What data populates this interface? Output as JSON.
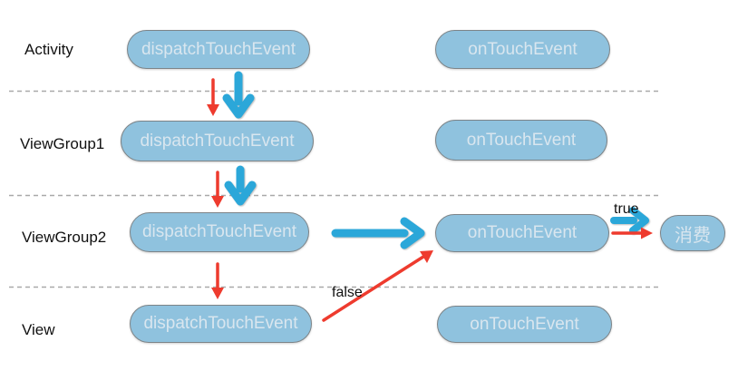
{
  "colors": {
    "background": "#FFFFFF",
    "pill_fill": "#8FC2DE",
    "pill_border": "#7D8488",
    "pill_text": "#D9E6EF",
    "label_text": "#111111",
    "red_arrow": "#EE3B2E",
    "blue_arrow": "#2BA7D9",
    "dashed_line": "#A9A9A9"
  },
  "rows": [
    {
      "label": "Activity",
      "dispatch_label": "dispatchTouchEvent",
      "ontouch_label": "onTouchEvent"
    },
    {
      "label": "ViewGroup1",
      "dispatch_label": "dispatchTouchEvent",
      "ontouch_label": "onTouchEvent"
    },
    {
      "label": "ViewGroup2",
      "dispatch_label": "dispatchTouchEvent",
      "ontouch_label": "onTouchEvent"
    },
    {
      "label": "View",
      "dispatch_label": "dispatchTouchEvent",
      "ontouch_label": "onTouchEvent"
    }
  ],
  "consume_label": "消费",
  "edge_labels": {
    "true_label": "true",
    "false_label": "false"
  },
  "edges": [
    {
      "from": "Activity.dispatchTouchEvent",
      "to": "ViewGroup1.dispatchTouchEvent",
      "color": "red",
      "style": "thin-down"
    },
    {
      "from": "Activity.dispatchTouchEvent",
      "to": "ViewGroup1.dispatchTouchEvent",
      "color": "blue",
      "style": "thick-down"
    },
    {
      "from": "ViewGroup1.dispatchTouchEvent",
      "to": "ViewGroup2.dispatchTouchEvent",
      "color": "red",
      "style": "thin-down"
    },
    {
      "from": "ViewGroup1.dispatchTouchEvent",
      "to": "ViewGroup2.dispatchTouchEvent",
      "color": "blue",
      "style": "thick-down"
    },
    {
      "from": "ViewGroup2.dispatchTouchEvent",
      "to": "View.dispatchTouchEvent",
      "color": "red",
      "style": "thin-down"
    },
    {
      "from": "ViewGroup2.dispatchTouchEvent",
      "to": "ViewGroup2.onTouchEvent",
      "color": "blue",
      "style": "thick-right"
    },
    {
      "from": "View.dispatchTouchEvent",
      "to": "ViewGroup2.onTouchEvent",
      "color": "red",
      "style": "thin-diagonal",
      "label": "false"
    },
    {
      "from": "ViewGroup2.onTouchEvent",
      "to": "消费",
      "color": "blue",
      "style": "thick-right",
      "label": "true"
    },
    {
      "from": "ViewGroup2.onTouchEvent",
      "to": "消费",
      "color": "red",
      "style": "thin-right"
    }
  ]
}
